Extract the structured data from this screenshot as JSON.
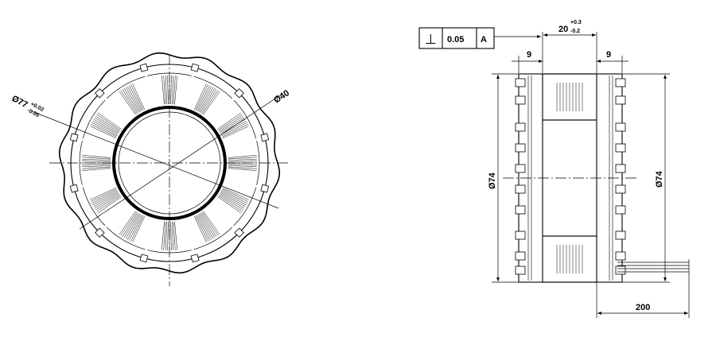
{
  "front_view": {
    "outer_diameter_label": "Ø77",
    "outer_tol_upper": "+0.02",
    "outer_tol_lower": "-0.05",
    "inner_diameter_label": "Ø40"
  },
  "side_view": {
    "tolerance_frame": {
      "symbol": "⊥",
      "value": "0.05",
      "datum": "A"
    },
    "width_label": "20",
    "width_tol_upper": "+0.3",
    "width_tol_lower": "-0.2",
    "left_offset_label": "9",
    "right_offset_label": "9",
    "left_height_label": "Ø74",
    "right_height_label": "Ø74",
    "lead_length_label": "200"
  }
}
